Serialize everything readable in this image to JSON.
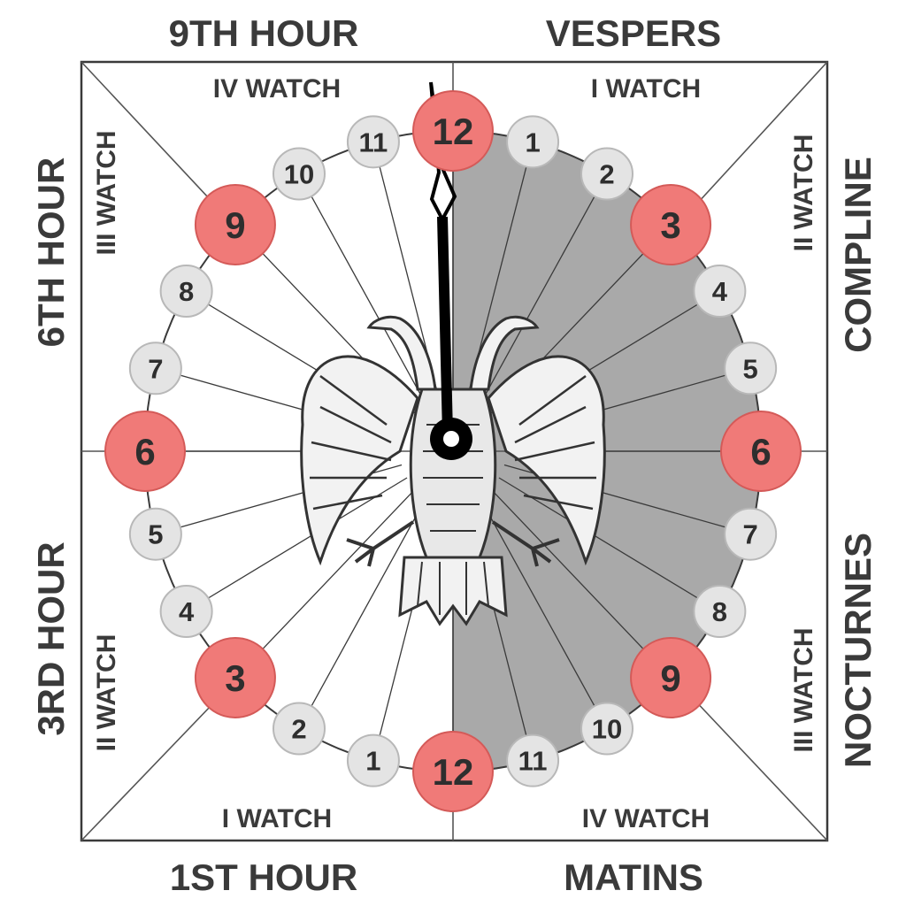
{
  "corner_labels": {
    "top_left": "9TH HOUR",
    "top_right": "VESPERS",
    "bottom_left": "1ST HOUR",
    "bottom_right": "MATINS",
    "left_upper": "6TH HOUR",
    "left_lower": "3RD HOUR",
    "right_upper": "COMPLINE",
    "right_lower": "NOCTURNES"
  },
  "watch_labels": {
    "top_left": "IV WATCH",
    "top_right": "I WATCH",
    "bottom_left": "I WATCH",
    "bottom_right": "IV WATCH",
    "left_upper": "III WATCH",
    "left_lower": "II WATCH",
    "right_upper": "II WATCH",
    "right_lower": "III WATCH"
  },
  "day_hours": [
    "12",
    "1",
    "2",
    "3",
    "4",
    "5",
    "6",
    "7",
    "8",
    "9",
    "10",
    "11"
  ],
  "night_hours": [
    "1",
    "2",
    "3",
    "4",
    "5",
    "6",
    "7",
    "8",
    "9",
    "10",
    "11"
  ],
  "bottom_hour": "12",
  "colors": {
    "major_marker": "#f07a78",
    "minor_marker": "#e4e4e4",
    "night_fill": "#a9a9a9",
    "line": "#3a3a3a"
  },
  "emblem": "double-headed-eagle",
  "hand_hour": 12
}
